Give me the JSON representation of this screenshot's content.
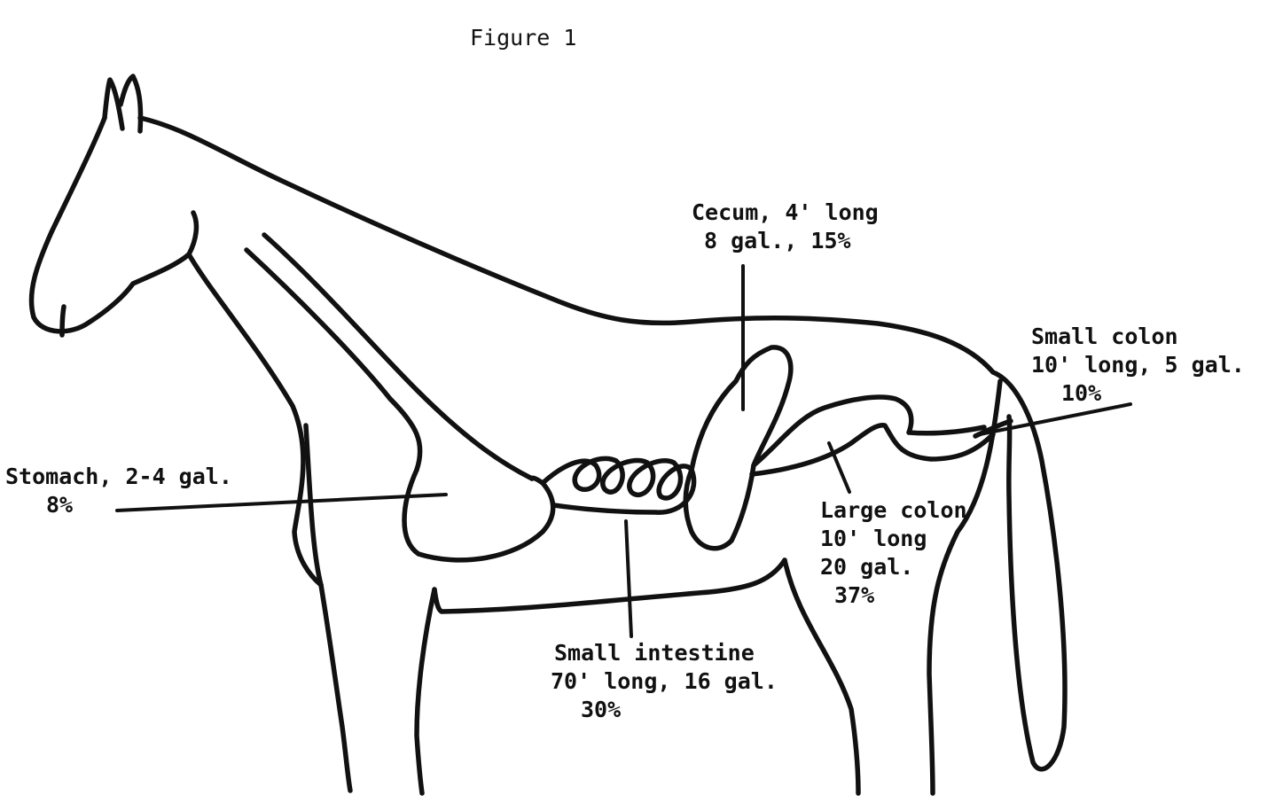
{
  "title": "Figure 1",
  "labels": {
    "cecum": {
      "line1": "Cecum, 4' long",
      "line2": "8 gal., 15%"
    },
    "small_colon": {
      "line1": "Small colon",
      "line2": "10' long, 5 gal.",
      "line3": "10%"
    },
    "stomach": {
      "line1": "Stomach, 2-4 gal.",
      "line2": "8%"
    },
    "large_colon": {
      "line1": "Large colon",
      "line2": "10' long",
      "line3": "20 gal.",
      "line4": "37%"
    },
    "small_intestine": {
      "line1": "Small intestine",
      "line2": "70' long, 16 gal.",
      "line3": "30%"
    }
  },
  "colors": {
    "ink": "#111111",
    "paper": "#ffffff"
  }
}
